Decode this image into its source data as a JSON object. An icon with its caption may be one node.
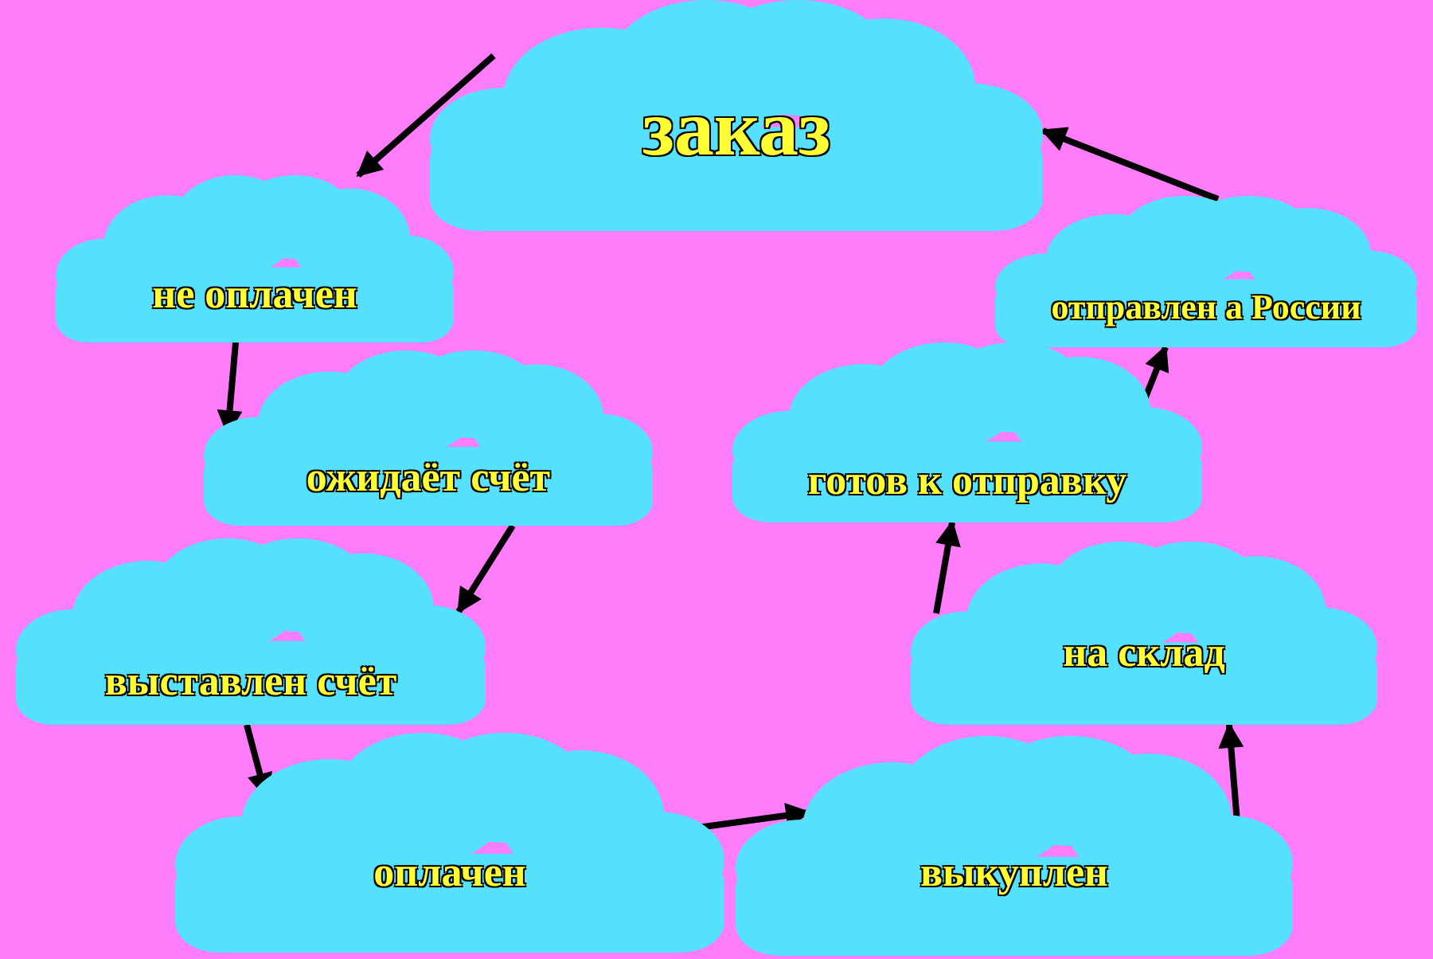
{
  "diagram": {
    "nodes": [
      {
        "text": [
          "заказ"
        ]
      },
      {
        "text": [
          "не оплачен"
        ]
      },
      {
        "text": [
          "ожидаёт счёт"
        ]
      },
      {
        "text": [
          "выставлен счёт"
        ]
      },
      {
        "text": [
          "оплачен"
        ]
      },
      {
        "text": [
          "выкуплен"
        ]
      },
      {
        "text": [
          "на склад"
        ]
      },
      {
        "text": [
          "готов к отправку"
        ]
      },
      {
        "text": [
          "отправлен а России"
        ]
      }
    ],
    "edges": [
      {
        "from": 0,
        "to": 1,
        "arrow": "to"
      },
      {
        "from": 1,
        "to": 2,
        "arrow": "to"
      },
      {
        "from": 2,
        "to": 3,
        "arrow": "to"
      },
      {
        "from": 3,
        "to": 4,
        "arrow": "to"
      },
      {
        "from": 4,
        "to": 5,
        "arrow": "to"
      },
      {
        "from": 5,
        "to": 6,
        "arrow": "to"
      },
      {
        "from": 6,
        "to": 7,
        "arrow": "to"
      },
      {
        "from": 7,
        "to": 8,
        "arrow": "to"
      },
      {
        "from": 8,
        "to": 0,
        "arrow": "to"
      }
    ]
  }
}
